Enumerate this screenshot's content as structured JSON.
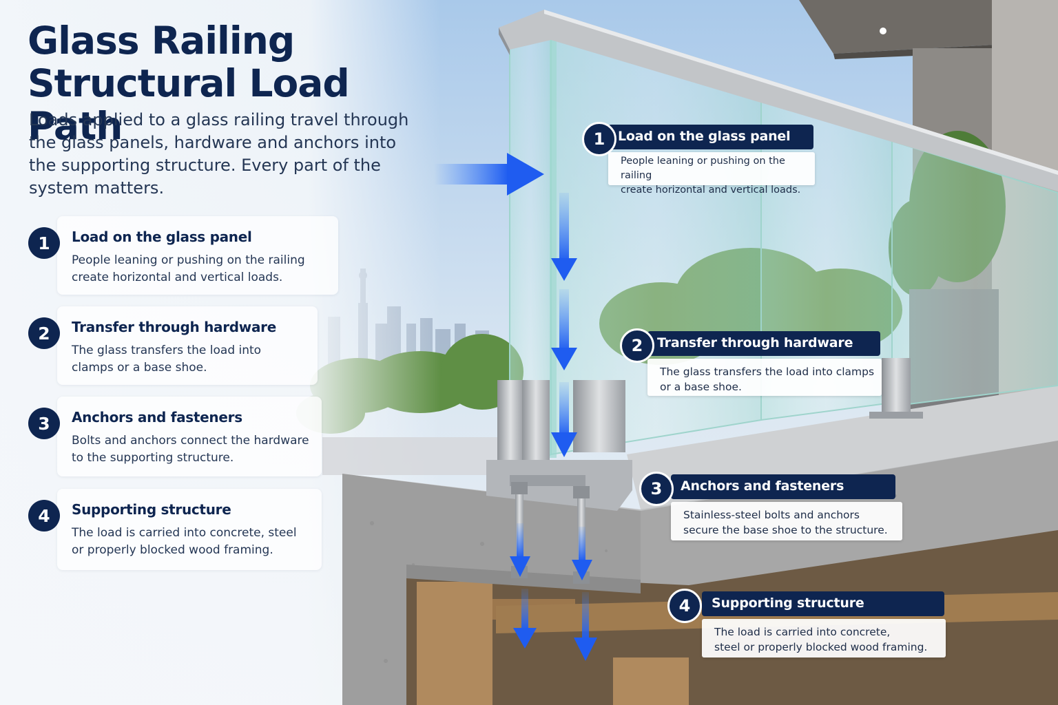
{
  "header": {
    "title_line1": "Glass Railing",
    "title_line2": "Structural Load Path",
    "intro_line1": "Loads applied to a glass railing travel through",
    "intro_line2": "the glass panels, hardware and anchors into",
    "intro_line3": "the supporting structure. Every part of the",
    "intro_line4": "system matters."
  },
  "steps": [
    {
      "number": "1",
      "title": "Load on the glass panel",
      "line1": "People leaning or pushing on the railing",
      "line2": "create horizontal and vertical loads."
    },
    {
      "number": "2",
      "title": "Transfer through hardware",
      "line1": "The glass transfers the load into",
      "line2": "clamps or a base shoe."
    },
    {
      "number": "3",
      "title": "Anchors and fasteners",
      "line1": "Bolts and anchors connect the hardware",
      "line2": "to the supporting structure."
    },
    {
      "number": "4",
      "title": "Supporting structure",
      "line1": "The load is carried into concrete, steel",
      "line2": "or properly blocked wood framing."
    }
  ],
  "callouts": [
    {
      "number": "1",
      "title": "Load on the glass panel",
      "text": "People leaning or pushing on the railing\ncreate horizontal and vertical loads."
    },
    {
      "number": "2",
      "title": "Transfer through hardware",
      "text": "The glass transfers the load into clamps\nor a base shoe."
    },
    {
      "number": "3",
      "title": "Anchors and fasteners",
      "text": "Stainless-steel bolts and anchors\nsecure the base shoe to the structure."
    },
    {
      "number": "4",
      "title": "Supporting structure",
      "text": "The load is carried into concrete,\nsteel or properly blocked wood framing."
    }
  ],
  "colors": {
    "navy": "#0e2550",
    "arrow_blue": "#1f5cf0",
    "glass": "#bfe6e2",
    "concrete": "#9a9a9a",
    "wood": "#b08a5e",
    "steel": "#b9bcc0"
  }
}
